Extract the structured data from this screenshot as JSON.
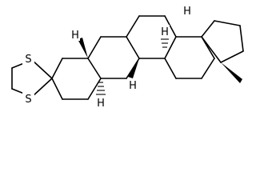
{
  "molecule": {
    "atoms": {
      "sulfur_top": "S",
      "sulfur_bottom": "S",
      "h_5": "H",
      "h_8": "H",
      "h_9": "H",
      "h_10": "H",
      "h_14": "H"
    }
  }
}
